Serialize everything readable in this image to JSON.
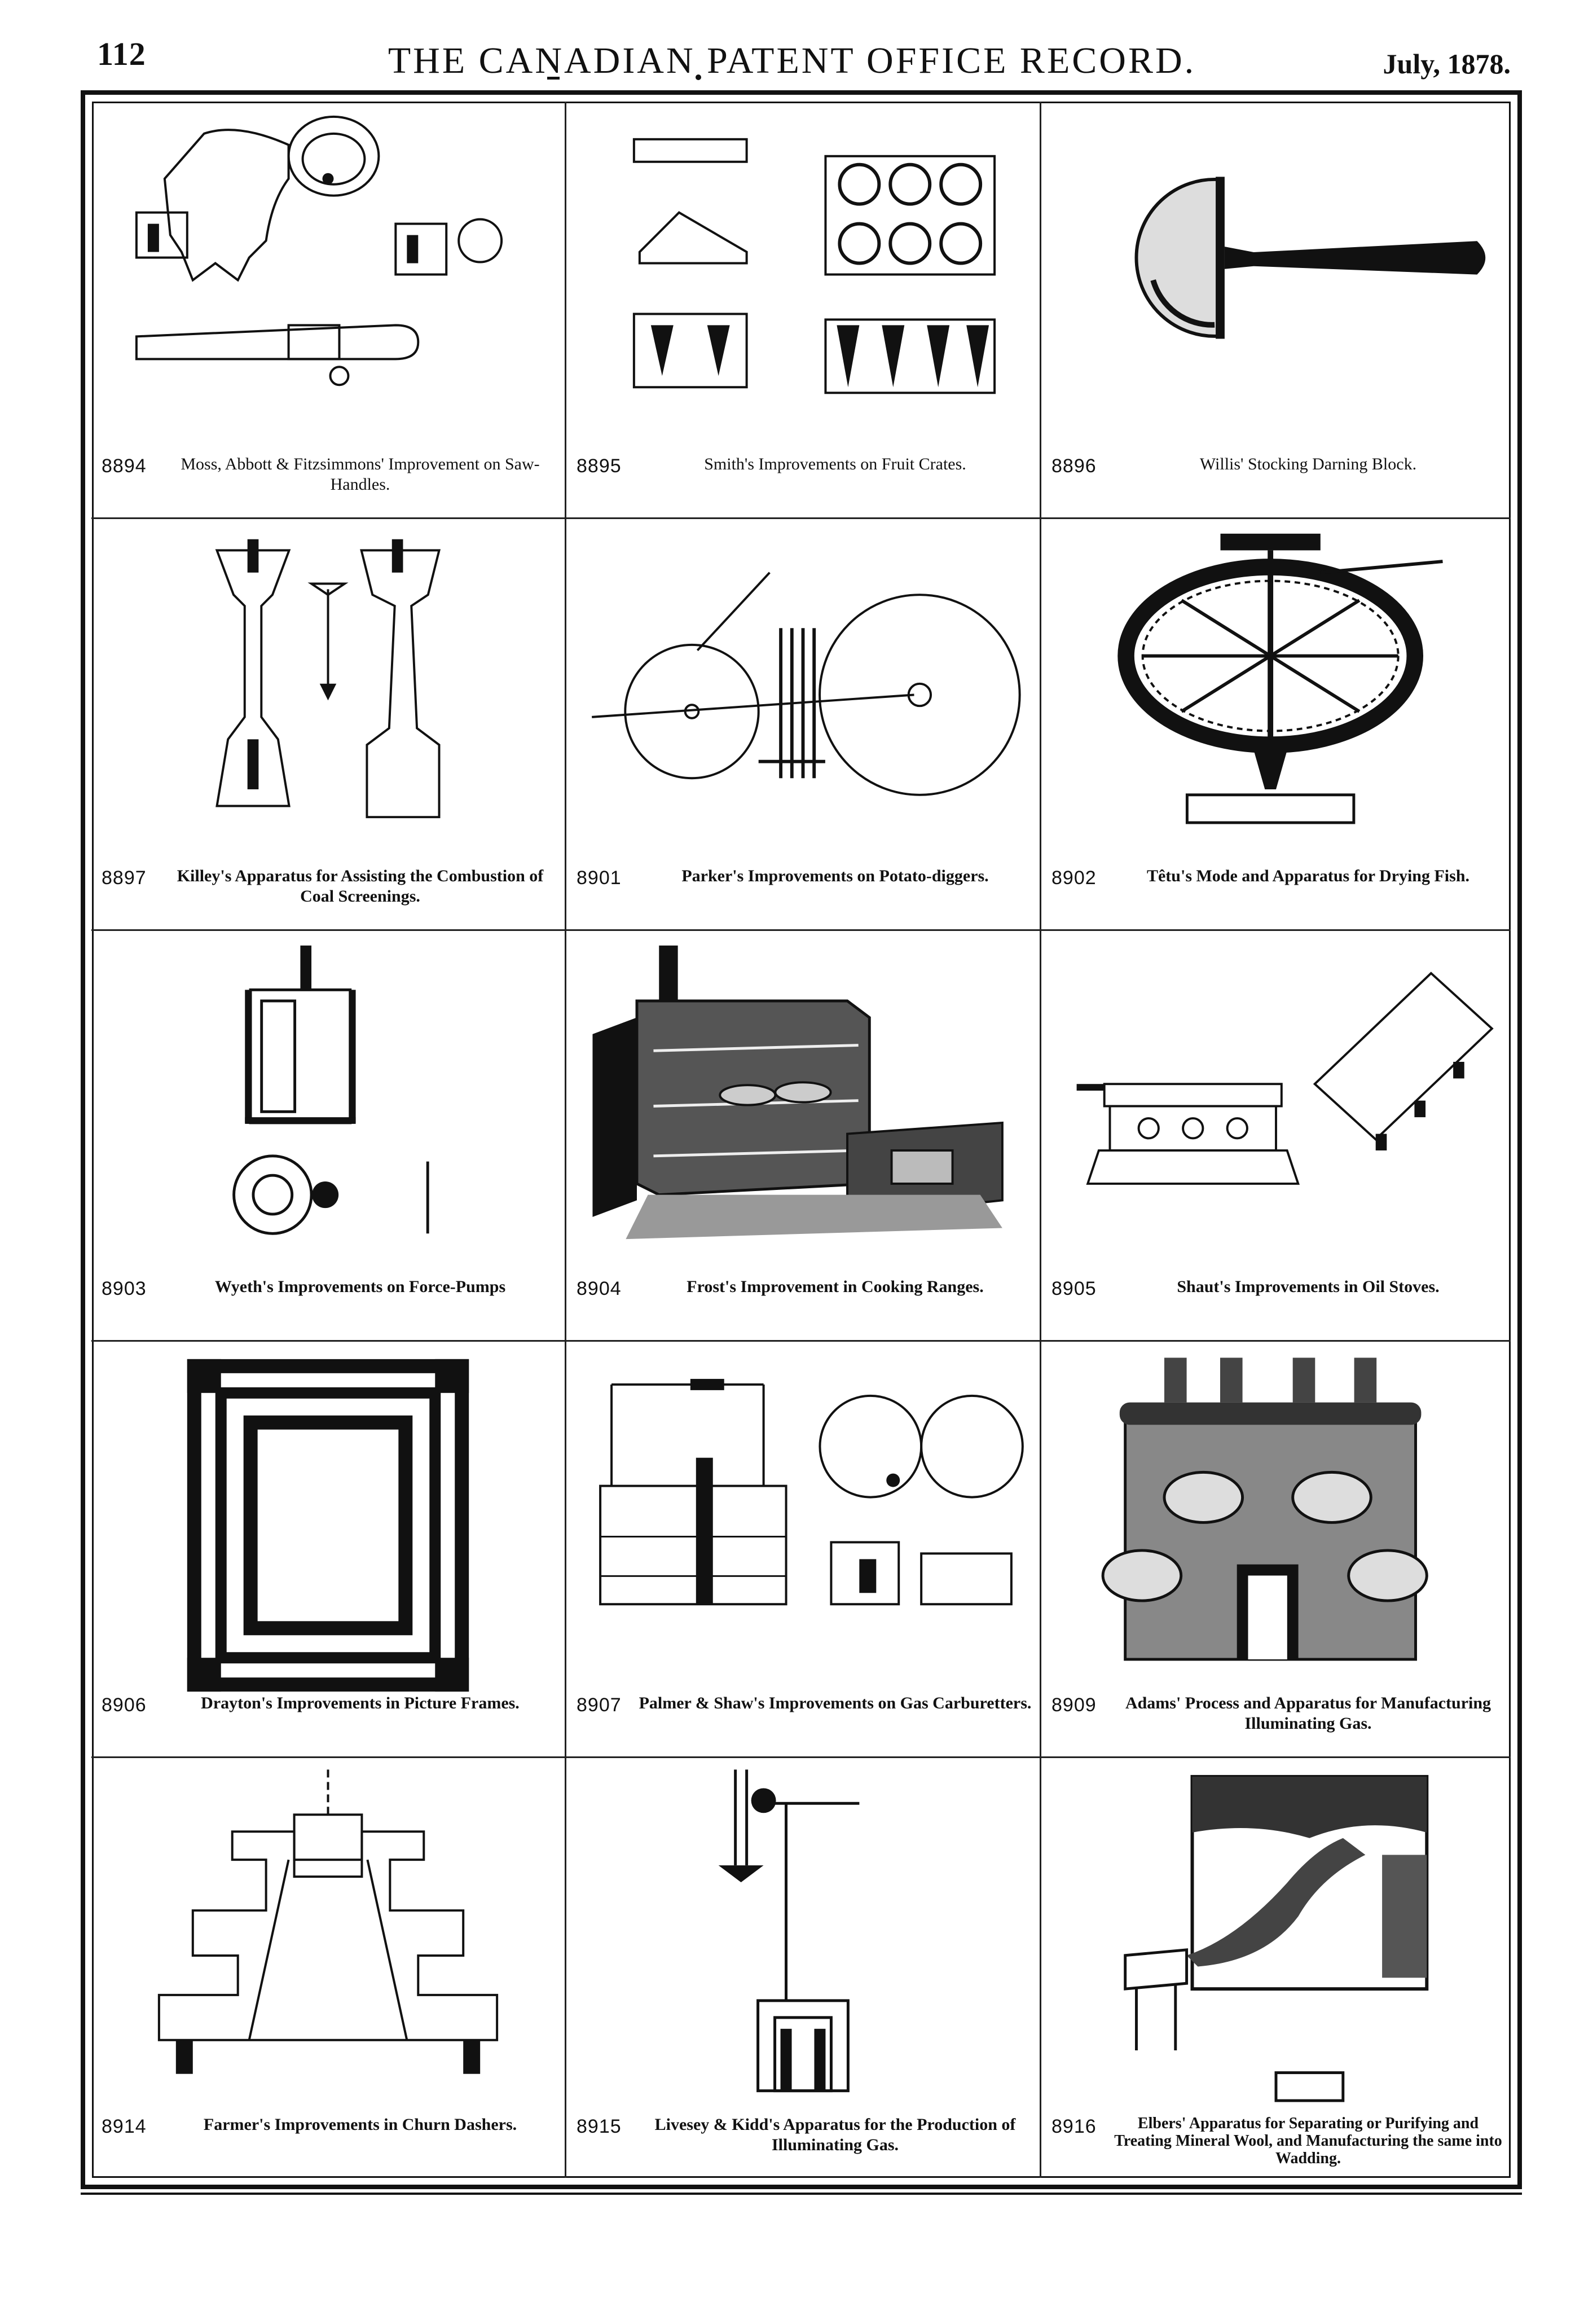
{
  "header": {
    "page_number": "112",
    "title": "THE CANADIAN PATENT OFFICE RECORD.",
    "date": "July, 1878."
  },
  "patents": [
    {
      "number": "8894",
      "title": "Moss, Abbott & Fitzsimmons' Improvement on Saw-Handles.",
      "figure": "saw-handle-figure"
    },
    {
      "number": "8895",
      "title": "Smith's Improvements on Fruit Crates.",
      "figure": "fruit-crate-figure"
    },
    {
      "number": "8896",
      "title": "Willis' Stocking Darning Block.",
      "figure": "darning-block-figure"
    },
    {
      "number": "8897",
      "title": "Killey's Apparatus for Assisting the Combustion of Coal Screenings.",
      "figure": "combustion-apparatus-figure"
    },
    {
      "number": "8901",
      "title": "Parker's Improvements on Potato-diggers.",
      "figure": "potato-digger-figure"
    },
    {
      "number": "8902",
      "title": "Têtu's Mode and Apparatus for Drying Fish.",
      "figure": "fish-drying-figure"
    },
    {
      "number": "8903",
      "title": "Wyeth's Improvements on Force-Pumps",
      "figure": "force-pump-figure"
    },
    {
      "number": "8904",
      "title": "Frost's Improvement in Cooking Ranges.",
      "figure": "cooking-range-figure"
    },
    {
      "number": "8905",
      "title": "Shaut's Improvements in Oil Stoves.",
      "figure": "oil-stove-figure"
    },
    {
      "number": "8906",
      "title": "Drayton's Improvements in Picture Frames.",
      "figure": "picture-frame-figure"
    },
    {
      "number": "8907",
      "title": "Palmer & Shaw's Improvements on Gas Carburetters.",
      "figure": "gas-carburetter-figure"
    },
    {
      "number": "8909",
      "title": "Adams' Process and Apparatus for Manufacturing Illuminating Gas.",
      "figure": "gas-furnace-figure"
    },
    {
      "number": "8914",
      "title": "Farmer's Improvements in Churn Dashers.",
      "figure": "churn-dasher-figure"
    },
    {
      "number": "8915",
      "title": "Livesey & Kidd's Apparatus for the Production of Illuminating Gas.",
      "figure": "gas-production-figure"
    },
    {
      "number": "8916",
      "title": "Elbers' Apparatus for Separating or Purifying and Treating Mineral Wool, and Manufacturing the same into Wadding.",
      "figure": "mineral-wool-figure"
    }
  ]
}
